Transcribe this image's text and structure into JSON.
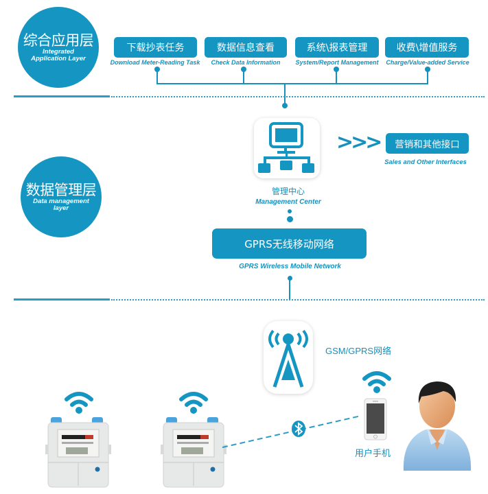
{
  "colors": {
    "primary": "#1595c2",
    "text_blue": "#1591bd",
    "background": "#ffffff"
  },
  "application_layer": {
    "title_cn": "综合应用层",
    "title_en": "Integrated Application Layer",
    "functions": [
      {
        "label_cn": "下载抄表任务",
        "label_en": "Download Meter-Reading Task"
      },
      {
        "label_cn": "数据信息查看",
        "label_en": "Check Data Information"
      },
      {
        "label_cn": "系统\\报表管理",
        "label_en": "System/Report Management"
      },
      {
        "label_cn": "收费\\增值服务",
        "label_en": "Charge/Value-added Service"
      }
    ]
  },
  "data_layer": {
    "title_cn": "数据管理层",
    "title_en": "Data management layer",
    "management_center": {
      "label_cn": "管理中心",
      "label_en": "Management Center",
      "icon": "network-computer-icon"
    },
    "arrows": ">>>",
    "sales_interface": {
      "label_cn": "营销和其他接口",
      "label_en": "Sales and Other Interfaces"
    },
    "gprs_network": {
      "label_cn": "GPRS无线移动网络",
      "label_en": "GPRS Wireless Mobile Network"
    }
  },
  "device_layer": {
    "tower": {
      "label": "GSM/GPRS网络",
      "icon": "signal-tower-icon"
    },
    "meters": [
      {
        "name": "gas-meter-1",
        "icon": "wifi-icon"
      },
      {
        "name": "gas-meter-2",
        "icon": "wifi-icon"
      }
    ],
    "bluetooth_icon": "bluetooth-icon",
    "phone": {
      "label": "用户手机",
      "icon": "smartphone-icon"
    },
    "user_icon": "user-avatar-icon"
  }
}
